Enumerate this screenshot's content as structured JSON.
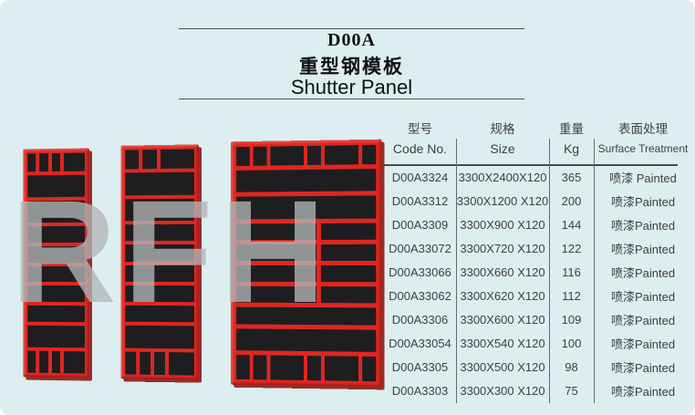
{
  "header": {
    "code": "D00A",
    "title_cn": "重型钢模板",
    "title_en": "Shutter Panel"
  },
  "watermark": {
    "text": "RFH"
  },
  "table": {
    "columns": [
      {
        "cn": "型号",
        "en": "Code No."
      },
      {
        "cn": "规格",
        "en": "Size"
      },
      {
        "cn": "重量",
        "en": "Kg"
      },
      {
        "cn": "表面处理",
        "en": "Surface Treatment"
      }
    ],
    "rows": [
      {
        "code": "D00A3324",
        "size": "3300X2400X120",
        "weight": "365",
        "surface": "喷漆 Painted"
      },
      {
        "code": "D00A3312",
        "size": "3300X1200 X120",
        "weight": "200",
        "surface": "喷漆Painted"
      },
      {
        "code": "D00A3309",
        "size": "3300X900 X120",
        "weight": "144",
        "surface": "喷漆Painted"
      },
      {
        "code": "D00A33072",
        "size": "3300X720 X120",
        "weight": "122",
        "surface": "喷漆Painted"
      },
      {
        "code": "D00A33066",
        "size": "3300X660 X120",
        "weight": "116",
        "surface": "喷漆Painted"
      },
      {
        "code": "D00A33062",
        "size": "3300X620 X120",
        "weight": "112",
        "surface": "喷漆Painted"
      },
      {
        "code": "D00A3306",
        "size": "3300X600 X120",
        "weight": "109",
        "surface": "喷漆Painted"
      },
      {
        "code": "D00A33054",
        "size": "3300X540 X120",
        "weight": "100",
        "surface": "喷漆Painted"
      },
      {
        "code": "D00A3305",
        "size": "3300X500 X120",
        "weight": "98",
        "surface": "喷漆Painted"
      },
      {
        "code": "D00A3303",
        "size": "3300X300 X120",
        "weight": "75",
        "surface": "喷漆Painted"
      }
    ]
  },
  "colors": {
    "background": "#dceef0",
    "panel_red": "#e02620",
    "panel_dark": "#1e1e20",
    "ink": "#111111",
    "table_text": "#404040",
    "rule": "#4f4f4f",
    "watermark": "#b3b7b7"
  }
}
